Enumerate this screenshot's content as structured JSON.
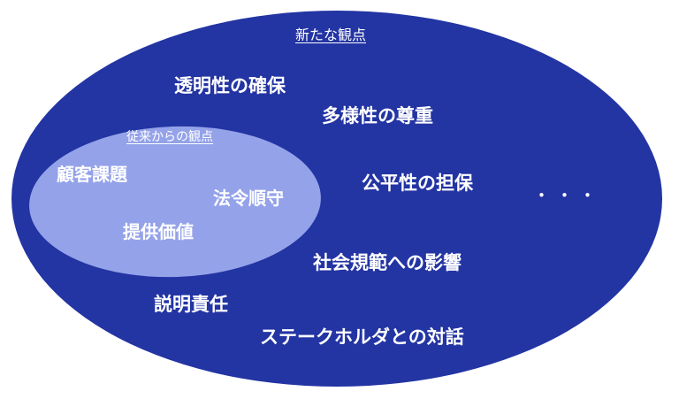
{
  "colors": {
    "background": "#FFFFFF",
    "outer_fill": "#2334A3",
    "inner_fill": "#94A2E9",
    "text": "#FFFFFF"
  },
  "outer": {
    "title": "新たな観点",
    "items": [
      {
        "label": "透明性の確保"
      },
      {
        "label": "多様性の尊重"
      },
      {
        "label": "公平性の担保"
      },
      {
        "label": "社会規範への影響"
      },
      {
        "label": "説明責任"
      },
      {
        "label": "ステークホルダとの対話"
      }
    ],
    "ellipsis": "・・・"
  },
  "inner": {
    "title": "従来からの観点",
    "items": [
      {
        "label": "顧客課題"
      },
      {
        "label": "法令順守"
      },
      {
        "label": "提供価値"
      }
    ]
  }
}
